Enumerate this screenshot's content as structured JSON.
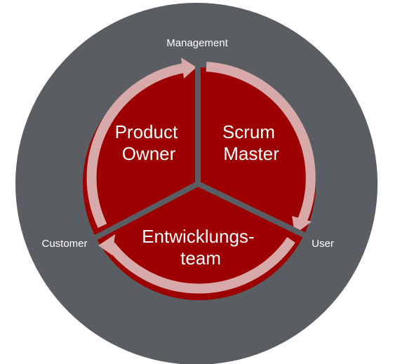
{
  "colors": {
    "outer_circle": "#5a5d61",
    "segment_fill": "#9c0000",
    "arrow_ring": "#d8a9a9",
    "divider": "#5a5d61",
    "text": "#ffffff"
  },
  "segments": {
    "product_owner": {
      "line1": "Product",
      "line2": "Owner"
    },
    "scrum_master": {
      "line1": "Scrum",
      "line2": "Master"
    },
    "entwicklungsteam": {
      "line1": "Entwicklungs-",
      "line2": "team"
    }
  },
  "stakeholders": {
    "top": "Management",
    "right": "User",
    "left": "Customer"
  }
}
